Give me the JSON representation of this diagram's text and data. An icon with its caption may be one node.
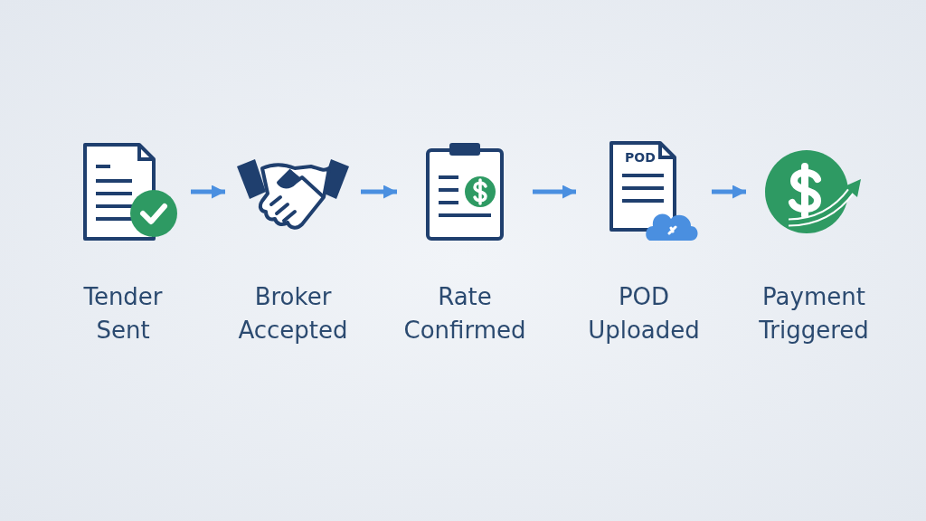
{
  "diagram": {
    "nodes": [
      {
        "text": [
          "Tender Sent"
        ]
      },
      {
        "text": [
          "Broker Accepted"
        ]
      },
      {
        "text": [
          "Rate Confirmed"
        ]
      },
      {
        "text": [
          "POD Uploaded"
        ]
      },
      {
        "text": [
          "Payment Triggered"
        ]
      }
    ],
    "edges": [
      {
        "from": 0,
        "to": 1,
        "arrow": "to"
      },
      {
        "from": 1,
        "to": 2,
        "arrow": "to"
      },
      {
        "from": 2,
        "to": 3,
        "arrow": "to"
      },
      {
        "from": 3,
        "to": 4,
        "arrow": "to"
      }
    ],
    "labels": [
      "POD"
    ]
  }
}
